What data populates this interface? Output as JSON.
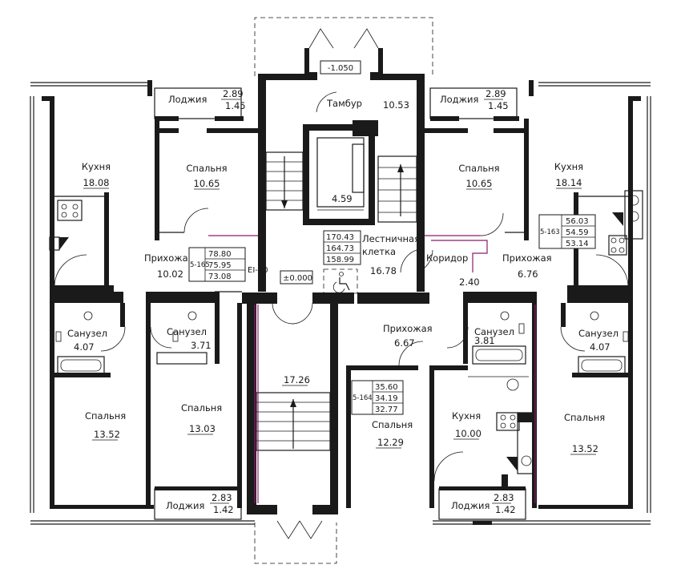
{
  "rooms": {
    "loggia_tl": {
      "name": "Лоджия",
      "area_a": "2.89",
      "area_b": "1.45"
    },
    "loggia_tr": {
      "name": "Лоджия",
      "area_a": "2.89",
      "area_b": "1.45"
    },
    "loggia_bl": {
      "name": "Лоджия",
      "area_a": "2.83",
      "area_b": "1.42"
    },
    "loggia_br": {
      "name": "Лоджия",
      "area_a": "2.83",
      "area_b": "1.42"
    },
    "tambur": {
      "name": "Тамбур",
      "area": "10.53"
    },
    "tambur_level": "-1.050",
    "elevator": {
      "area": "4.59"
    },
    "kitchen_left": {
      "name": "Кухня",
      "area": "18.08"
    },
    "bedroom_left_top": {
      "name": "Спальня",
      "area": "10.65"
    },
    "bedroom_right_top": {
      "name": "Спальня",
      "area": "10.65"
    },
    "kitchen_right": {
      "name": "Кухня",
      "area": "18.14"
    },
    "hall_left": {
      "name": "Прихожая",
      "area": "10.02"
    },
    "hall_right": {
      "name": "Прихожая",
      "area": "6.76"
    },
    "stairwell": {
      "name_1": "Лестничная",
      "name_2": "клетка",
      "area": "16.78"
    },
    "corridor": {
      "name": "Коридор",
      "area": "2.40"
    },
    "bath_l1": {
      "name": "Санузел",
      "area": "4.07"
    },
    "bath_l2": {
      "name": "Санузел",
      "area": "3.71"
    },
    "bath_r1": {
      "name": "Санузел",
      "area": "3.81"
    },
    "bath_r2": {
      "name": "Санузел",
      "area": "4.07"
    },
    "hall_middle": {
      "name": "Прихожая",
      "area": "6.67"
    },
    "stair_lower": {
      "area": "17.26"
    },
    "bedroom_l_bot_outer": {
      "name": "Спальня",
      "area": "13.52"
    },
    "bedroom_l_bot_inner": {
      "name": "Спальня",
      "area": "13.03"
    },
    "bedroom_mid_bot": {
      "name": "Спальня",
      "area": "12.29"
    },
    "kitchen_mid": {
      "name": "Кухня",
      "area": "10.00"
    },
    "bedroom_r_bot": {
      "name": "Спальня",
      "area": "13.52"
    }
  },
  "apartments": {
    "a165": {
      "code": "5-165",
      "v1": "78.80",
      "v2": "75.95",
      "v3": "73.08"
    },
    "a163": {
      "code": "5-163",
      "v1": "56.03",
      "v2": "54.59",
      "v3": "53.14"
    },
    "a164": {
      "code": "5-164",
      "v1": "35.60",
      "v2": "34.19",
      "v3": "32.77"
    }
  },
  "totals": {
    "v1": "170.43",
    "v2": "164.73",
    "v3": "158.99"
  },
  "marks": {
    "zero_level": "±0.000",
    "fire_rating": "EI-60"
  },
  "icons": {
    "accessibility": "wheelchair-icon"
  },
  "colors": {
    "walls": "#1a1a1a",
    "fire_partition": "#8a1d6b"
  }
}
